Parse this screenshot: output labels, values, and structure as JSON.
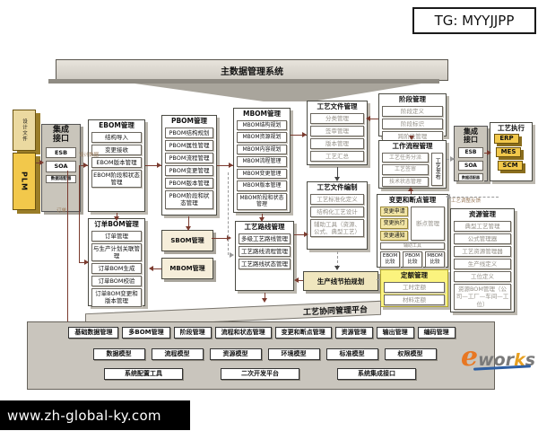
{
  "header": {
    "tg_label": "TG: MYYJJPP"
  },
  "banner": {
    "title": "主数据管理系统"
  },
  "left": {
    "design_source": "设计文件",
    "plm": "PLM",
    "integration": {
      "title": "集成接口",
      "esb": "ESB",
      "soa": "SOA",
      "adapter": "数据适配器"
    },
    "labels": {
      "design_data": "设计数据",
      "order": "订单"
    }
  },
  "sections": {
    "ebom": {
      "title": "EBOM管理",
      "items": [
        "结构导入",
        "变更接收",
        "EBOM版本管理",
        "EBOM阶段和状态管理"
      ]
    },
    "order_bom": {
      "title": "订单BOM管理",
      "items": [
        "订单管理",
        "与生产计划关联管理",
        "订单BOM生成",
        "订单BOM校验",
        "订单BOM变更和版本管理"
      ]
    },
    "pbom": {
      "title": "PBOM管理",
      "items": [
        "PBOM结构规划",
        "PBOM属性管理",
        "PBOM流程管理",
        "PBOM变更管理",
        "PBOM版本管理",
        "PBOM阶段和状态管理"
      ]
    },
    "sbom_small": "SBOM管理",
    "mbom_small": "MBOM管理",
    "mbom": {
      "title": "MBOM管理",
      "items": [
        "MBOM结构规划",
        "MBOM资源规划",
        "MBOM内容规划",
        "MBOM流程管理",
        "MBOM变更管理",
        "MBOM版本管理",
        "MBOM阶段和状态管理"
      ]
    },
    "route": {
      "title": "工艺路线管理",
      "items": [
        "多级工艺路线管理",
        "工艺路线流程管理",
        "工艺路线状态管理"
      ]
    },
    "file_mgmt": {
      "title": "工艺文件管理",
      "items": [
        "分类管理",
        "签审管理",
        "版本管理",
        "工艺汇总"
      ]
    },
    "file_edit": {
      "title": "工艺文件编制",
      "items": [
        "工艺标准化定义",
        "结构化工艺设计",
        "辅助工具（资源、公式、典型工艺）"
      ]
    },
    "takt": "生产线节拍规划",
    "stage": {
      "title": "阶段管理",
      "items": [
        "阶段定义",
        "阶段标识",
        "跨阶段管理"
      ]
    },
    "workflow": {
      "title": "工作流程管理",
      "items": [
        "工艺任务分派",
        "工艺签审",
        "技术状态管理"
      ],
      "publish": "工艺发布"
    },
    "change": {
      "title": "变更和断点管理",
      "items": [
        "变更申请",
        "变更执行",
        "变更通知"
      ],
      "breakpoint": "断点管理",
      "tools": "辅助工具",
      "compare": [
        "EBOM比较",
        "PBOM比较",
        "MBOM比较"
      ]
    },
    "quota": {
      "title": "定额管理",
      "items": [
        "工时定额",
        "材料定额"
      ]
    },
    "resource": {
      "title": "资源管理",
      "items": [
        "典型工艺管理",
        "公式管理器",
        "工艺资源管理器",
        "生产线定义",
        "工位定义",
        "资源BOM管理（公司—工厂—车间—工位）"
      ]
    },
    "integration_right": {
      "title": "集成接口",
      "esb": "ESB",
      "soa": "SOA",
      "adapter": "数据适配器"
    },
    "execution": {
      "title": "工艺执行",
      "items": [
        "ERP",
        "MES",
        "SCM"
      ]
    },
    "feedback_label": "工艺调整反馈"
  },
  "platform": {
    "banner": "工艺协同管理平台",
    "row1": [
      "基础数据管理",
      "多BOM管理",
      "阶段管理",
      "流程和状态管理",
      "变更和断点管理",
      "资源管理",
      "输出管理",
      "编码管理"
    ],
    "row2": [
      "数据模型",
      "流程模型",
      "资源模型",
      "环境模型",
      "标准模型",
      "权限模型"
    ],
    "row3": [
      "系统配置工具",
      "二次开发平台",
      "系统集成接口"
    ]
  },
  "footer": {
    "website": "www.zh-global-ky.com"
  },
  "logo": {
    "e": "e",
    "wor": "wor",
    "k": "k",
    "s": "s"
  }
}
